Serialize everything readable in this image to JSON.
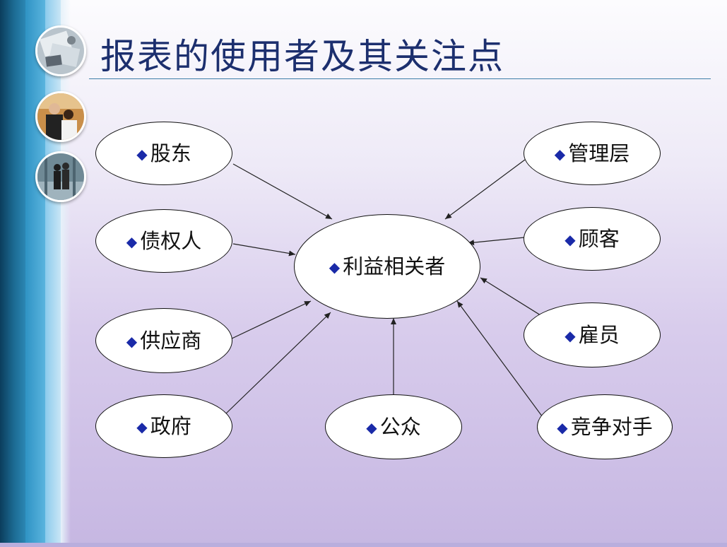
{
  "title": "报表的使用者及其关注点",
  "bullet": "◆",
  "center": {
    "label": "利益相关者"
  },
  "stakeholders": [
    {
      "id": "shareholders",
      "label": "股东"
    },
    {
      "id": "creditors",
      "label": "债权人"
    },
    {
      "id": "suppliers",
      "label": "供应商"
    },
    {
      "id": "government",
      "label": "政府"
    },
    {
      "id": "public",
      "label": "公众"
    },
    {
      "id": "management",
      "label": "管理层"
    },
    {
      "id": "customers",
      "label": "顾客"
    },
    {
      "id": "employees",
      "label": "雇员"
    },
    {
      "id": "competitors",
      "label": "竞争对手"
    }
  ],
  "colors": {
    "title": "#1c2f6e",
    "bullet": "#1a2aa8",
    "line": "#222222",
    "sidebar_dark": "#0b3d5c",
    "sidebar_light": "#5ab4de"
  },
  "icons": [
    "papers-photo",
    "business-people-photo",
    "walking-people-photo"
  ]
}
